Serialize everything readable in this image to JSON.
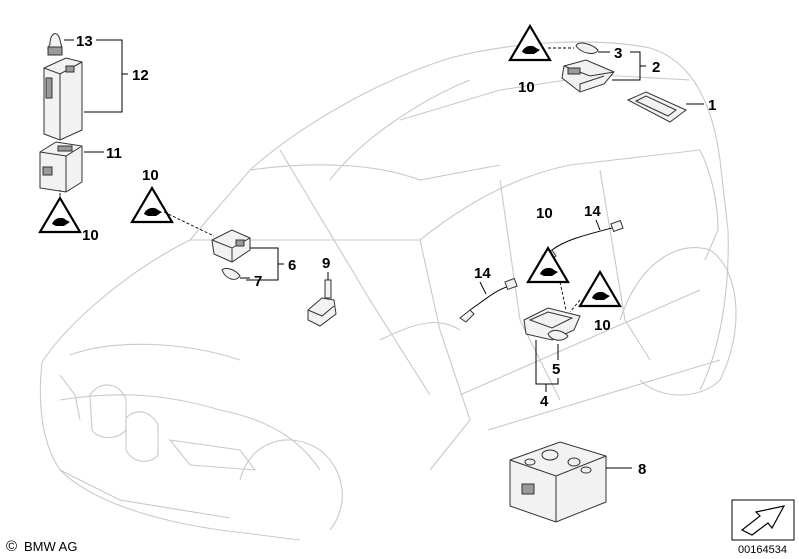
{
  "callouts": {
    "c1": "1",
    "c2": "2",
    "c3": "3",
    "c4": "4",
    "c5": "5",
    "c6": "6",
    "c7": "7",
    "c8": "8",
    "c9": "9",
    "c11": "11",
    "c12": "12",
    "c13": "13",
    "c10a": "10",
    "c10b": "10",
    "c10c": "10",
    "c10d": "10",
    "c10e": "10",
    "c14a": "14",
    "c14b": "14"
  },
  "footer": {
    "copyright_symbol": "©",
    "brand": "BMW AG",
    "diagram_number": "00164534"
  },
  "icons": [
    "warning-triangle-icon",
    "navigation-arrow-icon"
  ]
}
